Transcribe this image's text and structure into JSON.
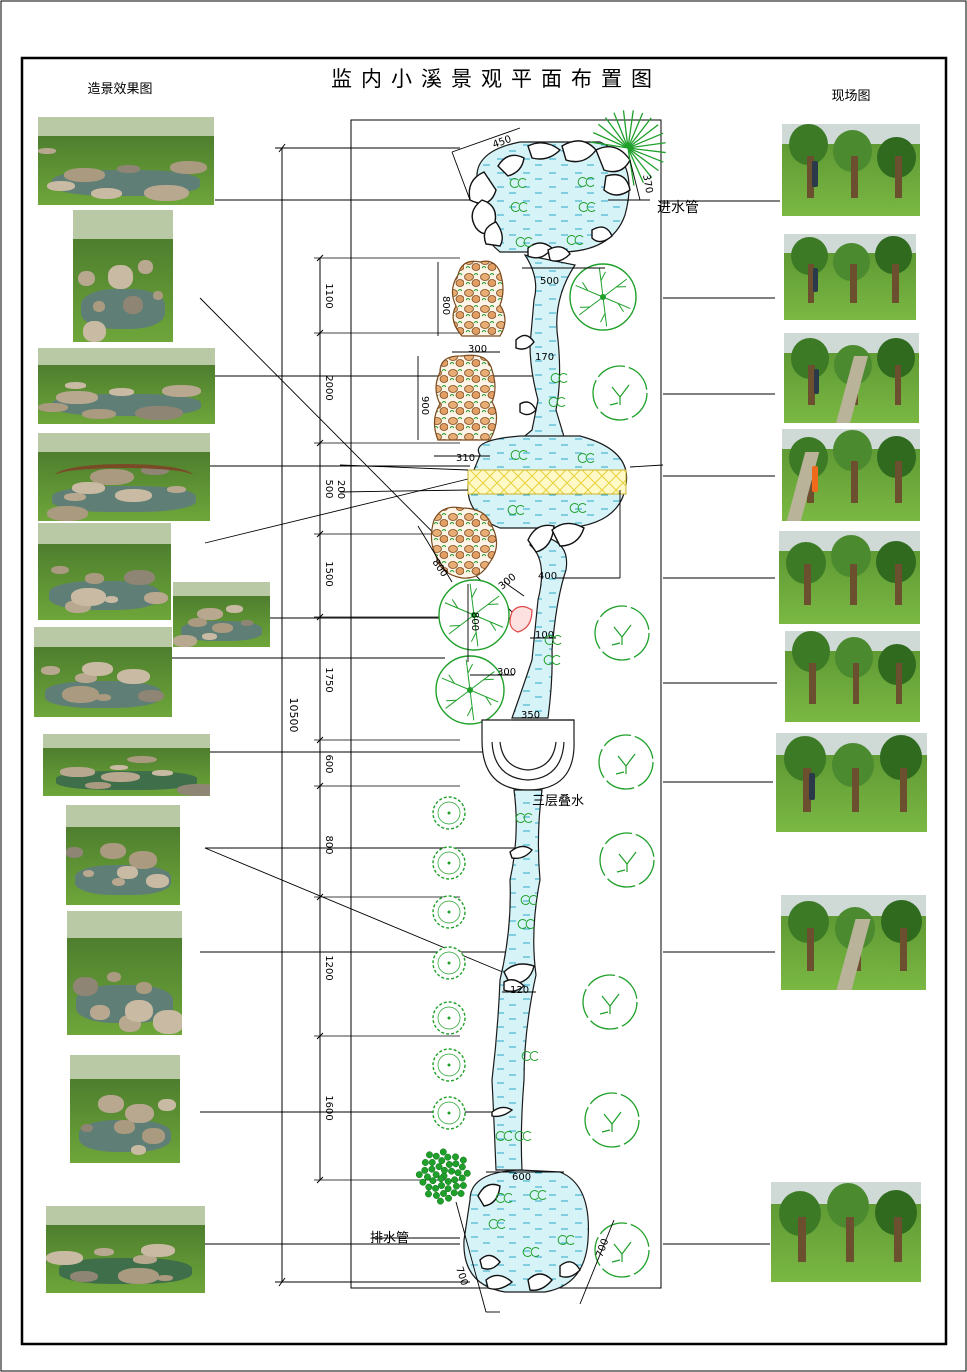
{
  "title": "监内小溪景观平面布置图",
  "left_header": "造景效果图",
  "right_header": "现场图",
  "labels": {
    "inlet": "进水管",
    "cascade": "三层叠水",
    "outlet": "排水管"
  },
  "dimensions": {
    "total_length": "10500",
    "seg_1100": "1100",
    "seg_2000": "2000",
    "seg_500": "500",
    "seg_200": "200",
    "seg_1500": "1500",
    "seg_1750": "1750",
    "seg_600": "600",
    "seg_800": "800",
    "seg_1200": "1200",
    "seg_1600": "1600",
    "top_pond_diag": "450",
    "top_pond_right": "370",
    "neck_500": "500",
    "rock_top_w": "300",
    "rock_top_h": "800",
    "stream_170": "170",
    "rock_mid_h": "900",
    "rock_mid_w": "310",
    "rock_low_diag": "800",
    "stream_300": "300",
    "pond_mid_400": "400",
    "stream_100": "100",
    "tree_800": "800",
    "tree_300": "300",
    "cascade_350": "350",
    "stream_120": "120",
    "bottom_600": "600",
    "bottom_left_700": "700",
    "bottom_right_700": "700"
  },
  "colors": {
    "water": "#d6f3f8",
    "water_dash": "#2aa8c8",
    "green": "#1fa02a",
    "rock_fill": "#e2a066",
    "border": "#000000"
  },
  "left_photos": [
    {
      "icon": "pond-garden-photo"
    },
    {
      "icon": "rock-stream-photo"
    },
    {
      "icon": "stone-creek-photo"
    },
    {
      "icon": "wooden-bridge-photo"
    },
    {
      "icon": "stone-garden-photo"
    },
    {
      "icon": "rock-sculpture-photo"
    },
    {
      "icon": "rocky-stream-photo"
    },
    {
      "icon": "lotus-pool-photo"
    },
    {
      "icon": "small-waterfall-photo"
    },
    {
      "icon": "pebble-pond-photo"
    },
    {
      "icon": "reed-pond-photo"
    },
    {
      "icon": "koi-pond-photo"
    }
  ],
  "right_photos": [
    {
      "icon": "site-photo-1"
    },
    {
      "icon": "site-photo-2"
    },
    {
      "icon": "site-photo-3"
    },
    {
      "icon": "site-photo-4"
    },
    {
      "icon": "site-photo-5"
    },
    {
      "icon": "site-photo-6"
    },
    {
      "icon": "site-photo-7"
    },
    {
      "icon": "site-photo-8"
    },
    {
      "icon": "site-photo-9"
    }
  ]
}
